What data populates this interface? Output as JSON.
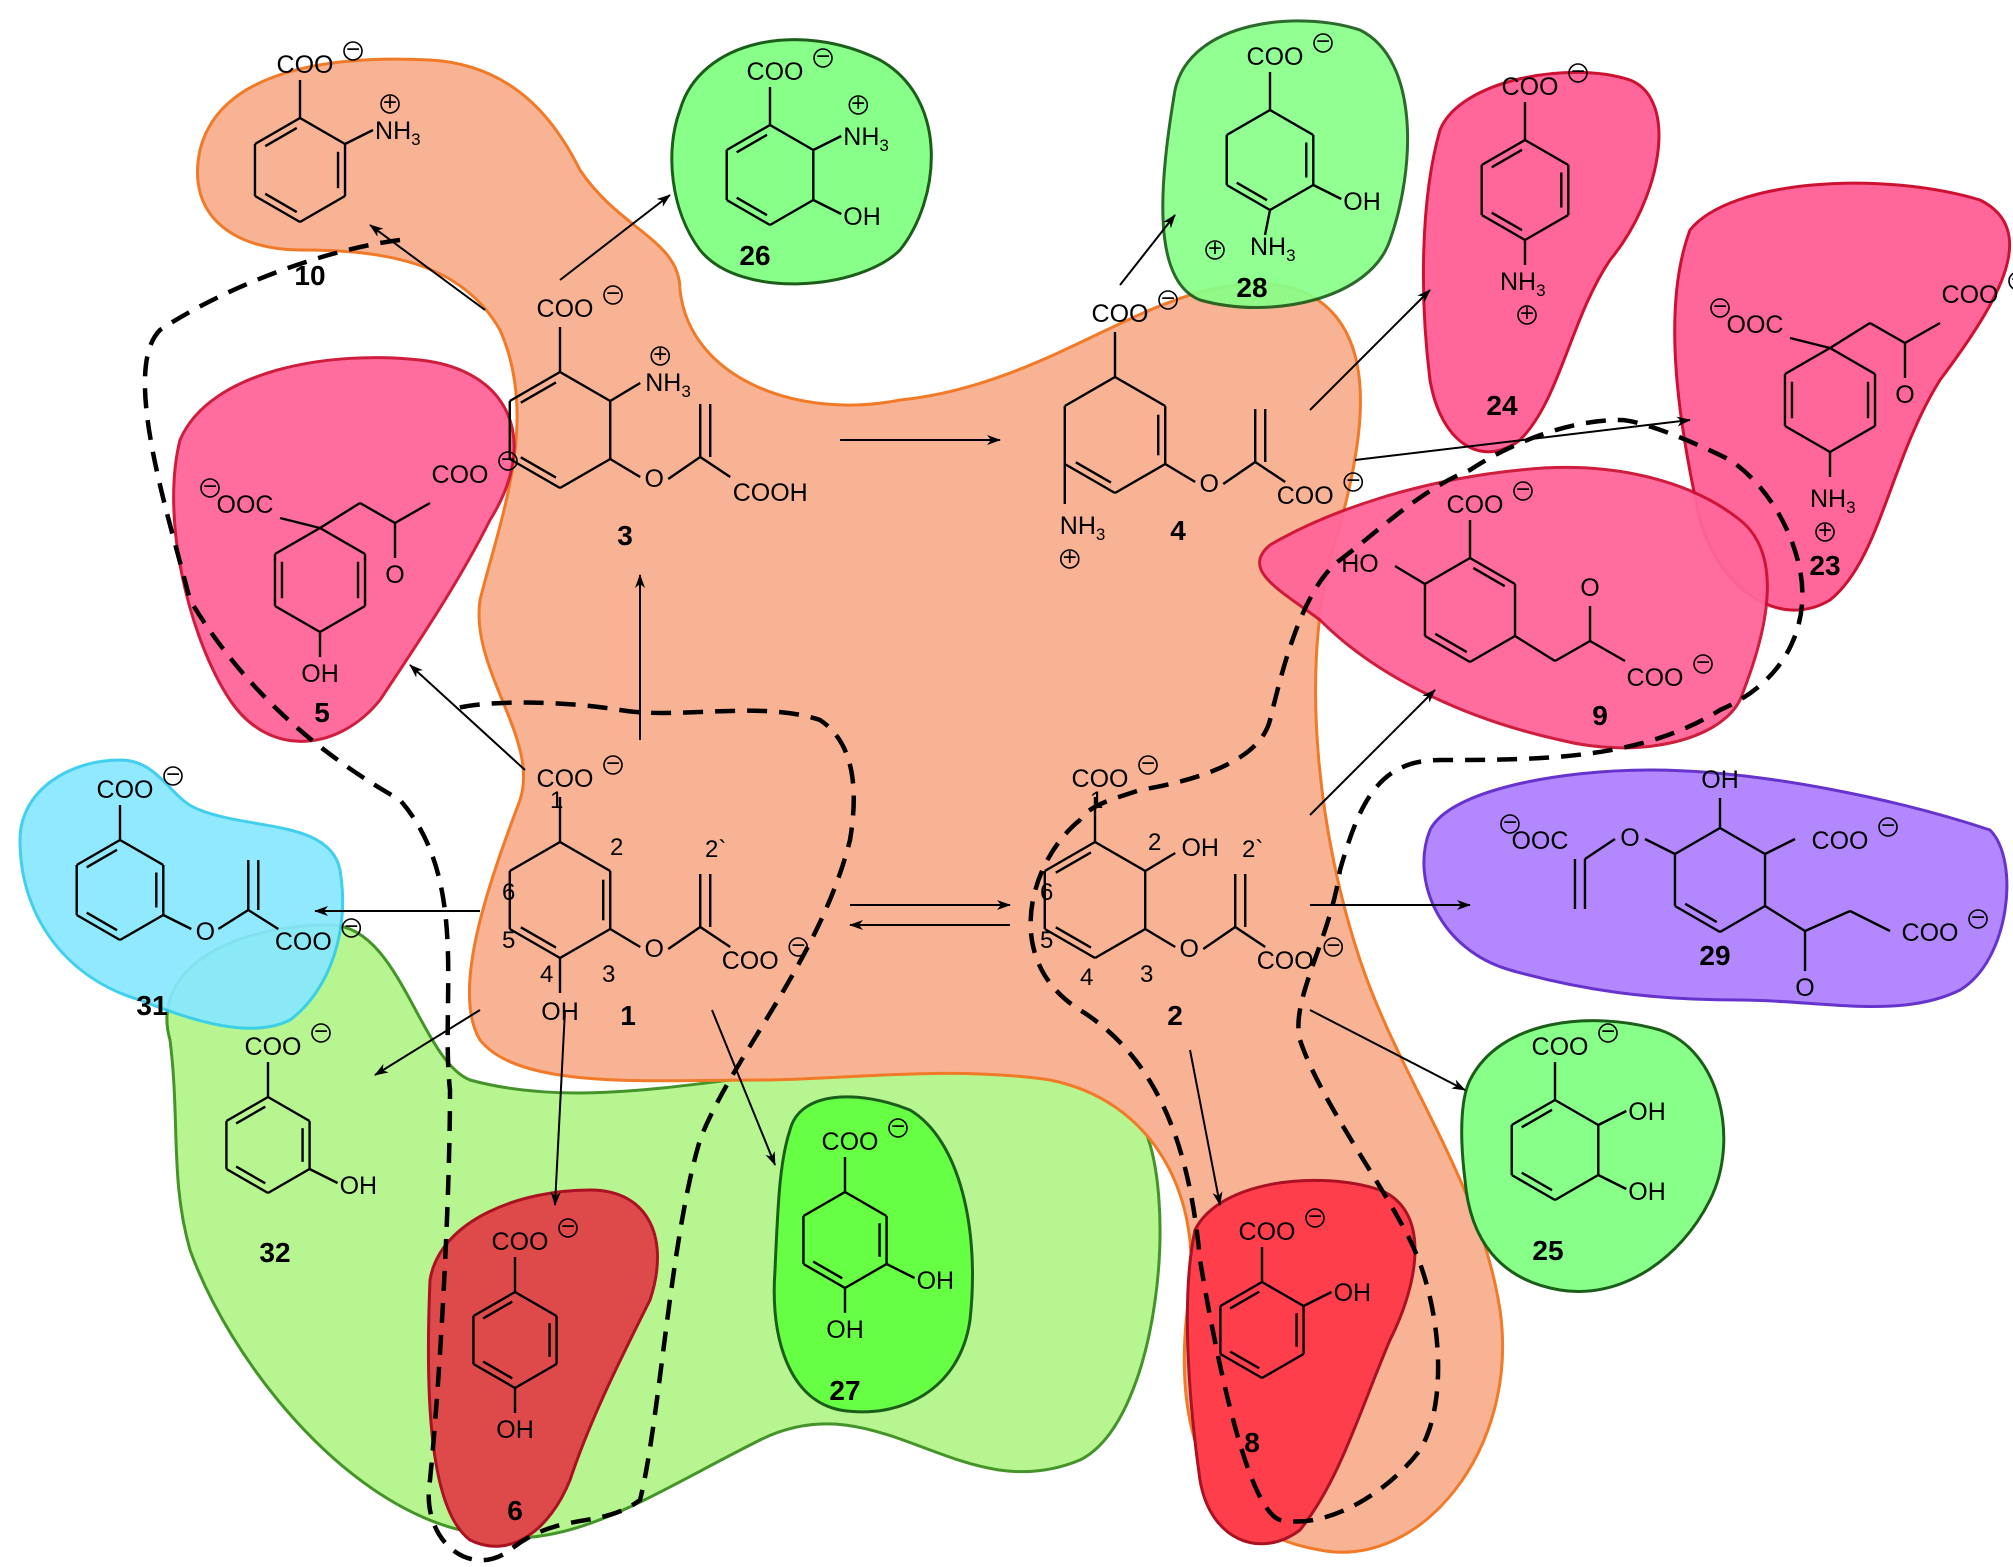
{
  "compounds": [
    {
      "id": "1",
      "label": "1",
      "color": "#f8b394"
    },
    {
      "id": "2",
      "label": "2",
      "color": "#f8b394"
    },
    {
      "id": "3",
      "label": "3",
      "color": "#f8b394"
    },
    {
      "id": "4",
      "label": "4",
      "color": "#f8b394"
    },
    {
      "id": "5",
      "label": "5",
      "color": "#ff6699"
    },
    {
      "id": "6",
      "label": "6",
      "color": "#de4a4a"
    },
    {
      "id": "8",
      "label": "8",
      "color": "#ff3e4c"
    },
    {
      "id": "9",
      "label": "9",
      "color": "#ff6699"
    },
    {
      "id": "10",
      "label": "10",
      "color": "#f8b394"
    },
    {
      "id": "23",
      "label": "23",
      "color": "#ff6699"
    },
    {
      "id": "24",
      "label": "24",
      "color": "#ff6699"
    },
    {
      "id": "25",
      "label": "25",
      "color": "#88ff88"
    },
    {
      "id": "26",
      "label": "26",
      "color": "#88ff88"
    },
    {
      "id": "27",
      "label": "27",
      "color": "#66ff44"
    },
    {
      "id": "28",
      "label": "28",
      "color": "#88ff88"
    },
    {
      "id": "29",
      "label": "29",
      "color": "#b388ff"
    },
    {
      "id": "31",
      "label": "31",
      "color": "#88e8ff"
    },
    {
      "id": "32",
      "label": "32",
      "color": "#b3f58a"
    }
  ],
  "labels": {
    "coo": "COO",
    "cooh": "COOH",
    "ooc": "OOC",
    "nh3": "NH3",
    "oh": "OH",
    "ho": "HO",
    "o": "O",
    "charge_minus": "−",
    "charge_plus": "+",
    "pos_1": "1",
    "pos_2": "2",
    "pos_3": "3",
    "pos_4": "4",
    "pos_5": "5",
    "pos_6": "6",
    "pos_2prime": "2`"
  },
  "colors": {
    "orange_region": "#f8b394",
    "orange_border": "#f07a28",
    "pink_fill": "#ff6699",
    "pink_border": "#cc1133",
    "green_fill": "#88ff88",
    "green_border": "#1a5e1a",
    "lightgreen_fill": "#b3f58a",
    "lightgreen_border": "#3a8f1e",
    "cyan_fill": "#88e8ff",
    "cyan_border": "#33ccee",
    "purple_fill": "#b388ff",
    "purple_border": "#6633cc",
    "red_fill": "#ff3e4c",
    "darkred_fill": "#de4a4a"
  }
}
